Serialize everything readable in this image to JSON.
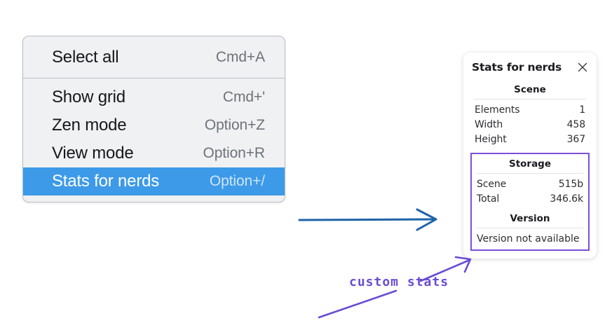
{
  "context_menu": {
    "name": "context-menu",
    "groups": [
      {
        "items": [
          {
            "label": "Select all",
            "shortcut": "Cmd+A",
            "selected": false
          }
        ]
      },
      {
        "items": [
          {
            "label": "Show grid",
            "shortcut": "Cmd+'",
            "selected": false
          },
          {
            "label": "Zen mode",
            "shortcut": "Option+Z",
            "selected": false
          },
          {
            "label": "View mode",
            "shortcut": "Option+R",
            "selected": false
          },
          {
            "label": "Stats for nerds",
            "shortcut": "Option+/",
            "selected": true
          }
        ]
      }
    ]
  },
  "stats_panel": {
    "title": "Stats for nerds",
    "close_icon": "close-icon",
    "scene": {
      "heading": "Scene",
      "rows": [
        {
          "key": "Elements",
          "value": "1"
        },
        {
          "key": "Width",
          "value": "458"
        },
        {
          "key": "Height",
          "value": "367"
        }
      ]
    },
    "storage": {
      "heading": "Storage",
      "rows": [
        {
          "key": "Scene",
          "value": "515b"
        },
        {
          "key": "Total",
          "value": "346.6k"
        }
      ]
    },
    "version": {
      "heading": "Version",
      "text": "Version not available"
    }
  },
  "annotations": {
    "handwritten_label": "custom stats",
    "blue_arrow": "arrow-right-icon",
    "purple_arrow": "arrow-up-right-icon",
    "purple_line": "pointer-line-icon",
    "highlight_box": "highlight-rectangle"
  },
  "colors": {
    "menu_background": "#f0f1f3",
    "menu_border": "#b9c0c9",
    "menu_selected": "#3d9ae8",
    "menu_text": "#15171a",
    "menu_shortcut": "#6e7378",
    "panel_background": "#ffffff",
    "panel_text": "#1b1b1f",
    "annotation_blue": "#1f63a8",
    "annotation_purple": "#6a4bd4",
    "highlight_purple": "#7c50d6"
  }
}
